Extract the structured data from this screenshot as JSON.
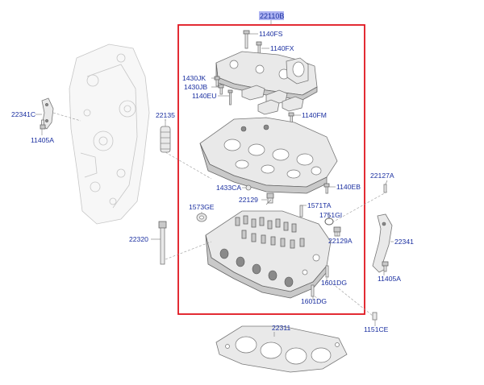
{
  "main_part": {
    "number": "22110B",
    "highlight_color": "#aeb4f2",
    "frame_color": "#e0141e"
  },
  "callouts": {
    "c1140FS": "1140FS",
    "c1140FX": "1140FX",
    "c1430JK": "1430JK",
    "c1430JB": "1430JB",
    "c1140EU": "1140EU",
    "c1140FM": "1140FM",
    "c22135": "22135",
    "c1433CA": "1433CA",
    "c1140EB": "1140EB",
    "c22129a": "22129",
    "c1571TA": "1571TA",
    "c1573GE": "1573GE",
    "c1751GI": "1751GI",
    "c22129A": "22129A",
    "c22320": "22320",
    "c1601DGa": "1601DG",
    "c1601DGb": "1601DG",
    "c22127A": "22127A",
    "c22341": "22341",
    "c11405Ar": "11405A",
    "c1151CE": "1151CE",
    "c22311": "22311",
    "c22341C": "22341C",
    "c11405Al": "11405A"
  },
  "colors": {
    "label": "#1a2fa0",
    "line": "#777777",
    "part_fill": "#e9e9e9"
  }
}
